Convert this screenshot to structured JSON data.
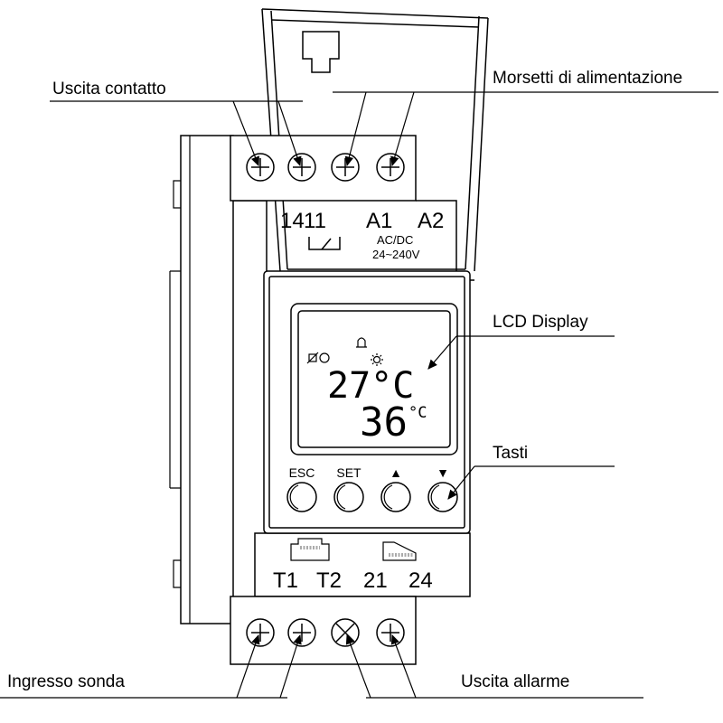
{
  "callouts": {
    "contact_output": "Uscita contatto",
    "power_terminals": "Morsetti di alimentazione",
    "lcd_display": "LCD Display",
    "keys": "Tasti",
    "probe_input": "Ingresso sonda",
    "alarm_output": "Uscita allarme"
  },
  "top_terminals": {
    "labels": [
      "14",
      "11",
      "A1",
      "A2"
    ],
    "supply_type": "AC/DC",
    "supply_range": "24~240V"
  },
  "lcd": {
    "reading": "27°C",
    "setpoint": "36",
    "setpoint_unit": "°C",
    "icons": [
      "relay-icon",
      "bell-icon",
      "sun-icon"
    ]
  },
  "buttons": [
    "ESC",
    "SET",
    "▲",
    "▼"
  ],
  "bottom_terminals": {
    "labels": [
      "T1",
      "T2",
      "21",
      "24"
    ]
  }
}
